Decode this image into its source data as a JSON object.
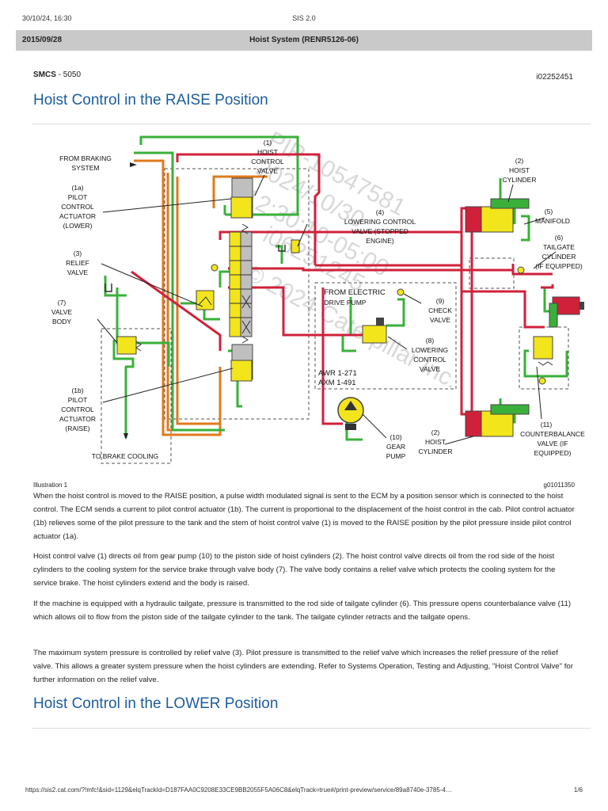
{
  "print_header": {
    "timestamp": "30/10/24, 16:30",
    "app": "SIS 2.0"
  },
  "doc_bar": {
    "date": "2015/09/28",
    "title": "Hoist System (RENR5126-06)"
  },
  "meta": {
    "smcs_label": "SMCS",
    "smcs_code": " - 5050",
    "doc_id": "i02252451"
  },
  "section1": {
    "heading": "Hoist Control in the RAISE Position"
  },
  "illustration": {
    "caption": "Illustration 1",
    "graphic_id": "g01011350",
    "labels": {
      "from_braking_1": "FROM BRAKING",
      "from_braking_2": "SYSTEM",
      "p1a_1": "(1a)",
      "p1a_2": "PILOT",
      "p1a_3": "CONTROL",
      "p1a_4": "ACTUATOR",
      "p1a_5": "(LOWER)",
      "p3_1": "(3)",
      "p3_2": "RELIEF",
      "p3_3": "VALVE",
      "p7_1": "(7)",
      "p7_2": "VALVE",
      "p7_3": "BODY",
      "p1b_1": "(1b)",
      "p1b_2": "PILOT",
      "p1b_3": "CONTROL",
      "p1b_4": "ACTUATOR",
      "p1b_5": "(RAISE)",
      "to_brake": "TO BRAKE COOLING",
      "p1_1": "(1)",
      "p1_2": "HOIST",
      "p1_3": "CONTROL",
      "p1_4": "VALVE",
      "p4_1": "(4)",
      "p4_2": "LOWERING CONTROL",
      "p4_3": "VALVE (STOPPED",
      "p4_4": "ENGINE)",
      "p2a_1": "(2)",
      "p2a_2": "HOIST",
      "p2a_3": "CYLINDER",
      "p5_1": "(5)",
      "p5_2": "MANIFOLD",
      "p6_1": "(6)",
      "p6_2": "TAILGATE",
      "p6_3": "CYLINDER",
      "p6_4": "(IF EQUIPPED)",
      "from_elec_1": "FROM ELECTRIC",
      "from_elec_2": "DRIVE PUMP",
      "p9_1": "(9)",
      "p9_2": "CHECK",
      "p9_3": "VALVE",
      "p8_1": "(8)",
      "p8_2": "LOWERING",
      "p8_3": "CONTROL",
      "p8_4": "VALVE",
      "awr": "AWR 1-271",
      "axm": "AXM 1-491",
      "p10_1": "(10)",
      "p10_2": "GEAR",
      "p10_3": "PUMP",
      "p2b_1": "(2)",
      "p2b_2": "HOIST",
      "p2b_3": "CYLINDER",
      "p11_1": "(11)",
      "p11_2": "COUNTERBALANCE",
      "p11_3": "VALVE (IF",
      "p11_4": "EQUIPPED)"
    },
    "watermark": {
      "line1": "PIP-10547581",
      "line2": "2024/10/30",
      "line3": "12:30:10-05:00",
      "line4": "i06251245",
      "line5": "© 2024 Caterpillar Inc."
    },
    "colors": {
      "high_pressure": "#d0213b",
      "pilot": "#3ab03a",
      "return": "#e07a1e",
      "valve_body": "#f2e51c",
      "return_dark": "#d06a10"
    }
  },
  "paragraphs": [
    "When the hoist control is moved to the RAISE position, a pulse width modulated signal is sent to the ECM by a position sensor which is connected to the hoist control. The ECM sends a current to pilot control actuator (1b). The current is proportional to the displacement of the hoist control in the cab. Pilot control actuator (1b) relieves some of the pilot pressure to the tank and the stem of hoist control valve (1) is moved to the RAISE position by the pilot pressure inside pilot control actuator (1a).",
    "Hoist control valve (1) directs oil from gear pump (10) to the piston side of hoist cylinders (2). The hoist control valve directs oil from the rod side of the hoist cylinders to the cooling system for the service brake through valve body (7). The valve body contains a relief valve which protects the cooling system for the service brake. The hoist cylinders extend and the body is raised.",
    "If the machine is equipped with a hydraulic tailgate, pressure is transmitted to the rod side of tailgate cylinder (6). This pressure opens counterbalance valve (11) which allows oil to flow from the piston side of the tailgate cylinder to the tank. The tailgate cylinder retracts and the tailgate opens.",
    "The maximum system pressure is controlled by relief valve (3). Pilot pressure is transmitted to the relief valve which increases the relief pressure of the relief valve. This allows a greater system pressure when the hoist cylinders are extending. Refer to Systems Operation, Testing and Adjusting, \"Hoist Control Valve\" for further information on the relief valve."
  ],
  "section2": {
    "heading": "Hoist Control in the LOWER Position"
  },
  "footer": {
    "url": "https://sis2.cat.com/?!mfc!&sid=1129&elqTrackId=D187FAA0C9208E33CE9BB2055F5A06C8&elqTrack=true#/print-preview/service/89a8740e-3785-4…",
    "page": "1/6"
  }
}
